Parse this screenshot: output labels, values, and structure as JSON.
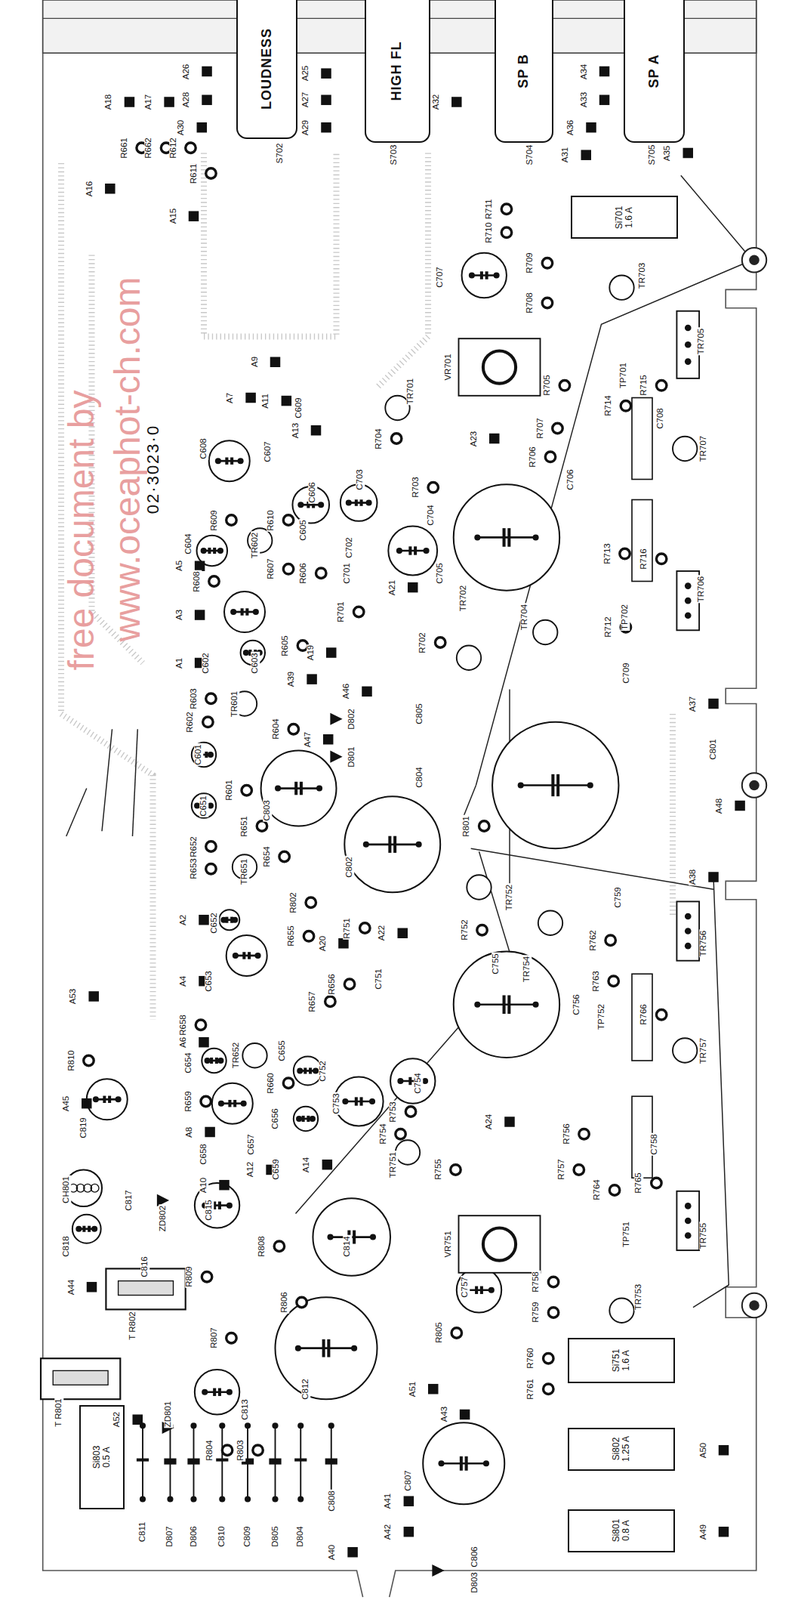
{
  "diagram": {
    "nodes": [
      {
        "text": [
          "LOUDNESS"
        ]
      },
      {
        "text": [
          "HIGH FL"
        ]
      },
      {
        "text": [
          "SP B"
        ]
      },
      {
        "text": [
          "SP A"
        ]
      },
      {
        "text": [
          "Si701",
          "1.6 A"
        ]
      },
      {
        "text": [
          "Si751",
          "1.6 A"
        ]
      },
      {
        "text": [
          "Si803",
          "0.5 A"
        ]
      },
      {
        "text": [
          "Si802",
          "1.25 A"
        ]
      },
      {
        "text": [
          "Si801",
          "0.8 A"
        ]
      }
    ],
    "labels": [
      "A26",
      "A28",
      "A30",
      "A18",
      "A17",
      "R661",
      "R662",
      "R612",
      "R611",
      "A16",
      "A15",
      "S702",
      "A25",
      "A27",
      "A29",
      "S703",
      "A32",
      "S704",
      "A34",
      "A33",
      "A36",
      "A31",
      "S705",
      "A35",
      "R711",
      "R710",
      "C707",
      "R709",
      "TR703",
      "R708",
      "TR705",
      "VR701",
      "TP701",
      "R715",
      "R705",
      "TR701",
      "R714",
      "C708",
      "TR707",
      "R707",
      "A23",
      "R704",
      "R706",
      "C706",
      "R703",
      "C704",
      "C703",
      "C606",
      "A13",
      "A11",
      "A9",
      "C609",
      "A7",
      "C608",
      "C607",
      "R609",
      "R610",
      "C605",
      "TR602",
      "C604",
      "A5",
      "R608",
      "A3",
      "R607",
      "R606",
      "C702",
      "R713",
      "R716",
      "TP702",
      "TR706",
      "R712",
      "C709",
      "A37",
      "C705",
      "C701",
      "A21",
      "R701",
      "TR702",
      "TR704",
      "R702",
      "R605",
      "A19",
      "A1",
      "C602",
      "C603",
      "A39",
      "A46",
      "R603",
      "R602",
      "TR601",
      "R604",
      "D802",
      "A47",
      "C805",
      "D801",
      "C601",
      "C801",
      "A48",
      "C804",
      "R601",
      "C803",
      "C651",
      "R651",
      "R801",
      "C802",
      "R652",
      "R653",
      "R654",
      "TR651",
      "R802",
      "A38",
      "TR752",
      "C759",
      "R752",
      "R762",
      "A2",
      "C652",
      "R655",
      "R751",
      "A20",
      "A22",
      "TR756",
      "C755",
      "TR754",
      "R763",
      "TP752",
      "C756",
      "R766",
      "A4",
      "C653",
      "R656",
      "C751",
      "R657",
      "R658",
      "A6",
      "C654",
      "TR652",
      "C655",
      "C752",
      "R660",
      "TR757",
      "R659",
      "A53",
      "R810",
      "C754",
      "C819",
      "A45",
      "C656",
      "C753",
      "R753",
      "A8",
      "C658",
      "C657",
      "R754",
      "A24",
      "R756",
      "C758",
      "A12",
      "A10",
      "C659",
      "A14",
      "R757",
      "R755",
      "TR751",
      "R764",
      "R765",
      "CH801",
      "C817",
      "ZD802",
      "C815",
      "TP751",
      "TR755",
      "VR751",
      "R808",
      "C814",
      "C818",
      "C816",
      "R809",
      "A44",
      "C757",
      "R758",
      "R759",
      "TR753",
      "R806",
      "R807",
      "T R802",
      "R805",
      "T R801",
      "ZD801",
      "C813",
      "C812",
      "A51",
      "A43",
      "R760",
      "R761",
      "R804",
      "R803",
      "A50",
      "A52",
      "C811",
      "D807",
      "D806",
      "C810",
      "C809",
      "D805",
      "D804",
      "C808",
      "C807",
      "A41",
      "A42",
      "A40",
      "C806",
      "D803",
      "A49",
      "02·3023·0",
      "free document by",
      "www.oceaphot-ch.com"
    ]
  }
}
